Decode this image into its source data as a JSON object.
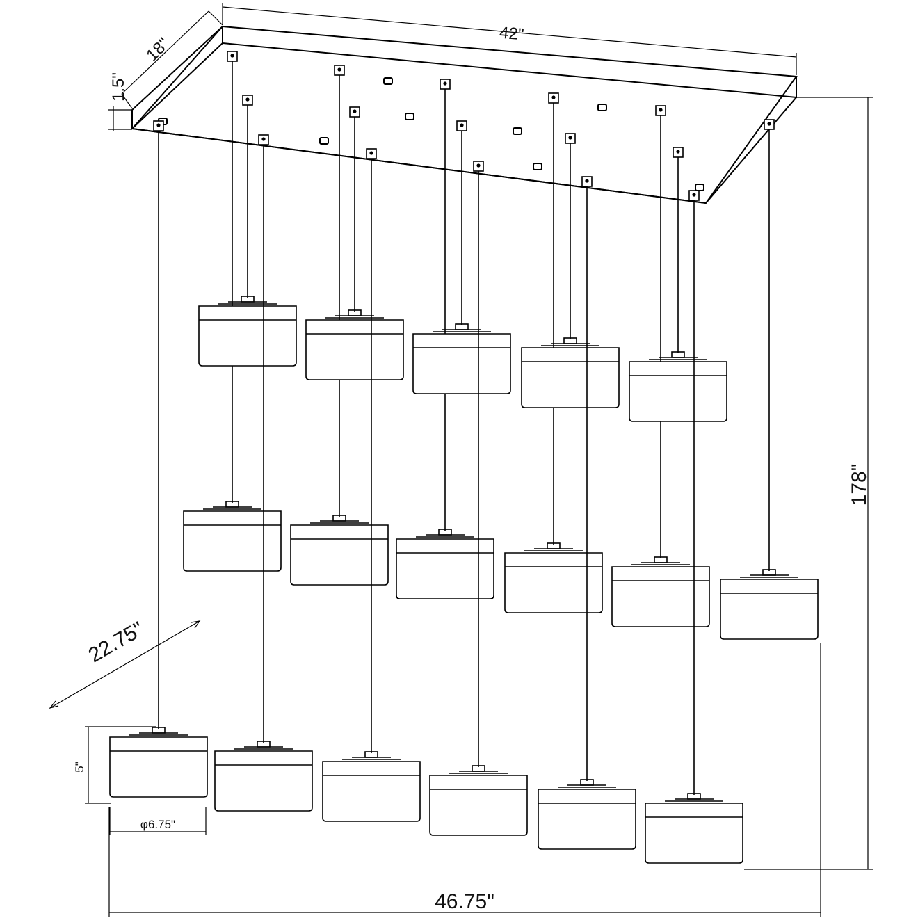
{
  "diagram": {
    "type": "technical-line-drawing",
    "subject": "multi-pendant linear chandelier",
    "pendant_count": 17,
    "line_color": "#000000",
    "background": "#ffffff"
  },
  "dimensions": {
    "canopy_length": "42\"",
    "canopy_depth": "18\"",
    "canopy_height": "1.5\"",
    "overall_height": "178\"",
    "overall_width": "46.75\"",
    "overall_depth": "22.75\"",
    "shade_height": "5\"",
    "shade_diameter": "φ6.75\""
  }
}
